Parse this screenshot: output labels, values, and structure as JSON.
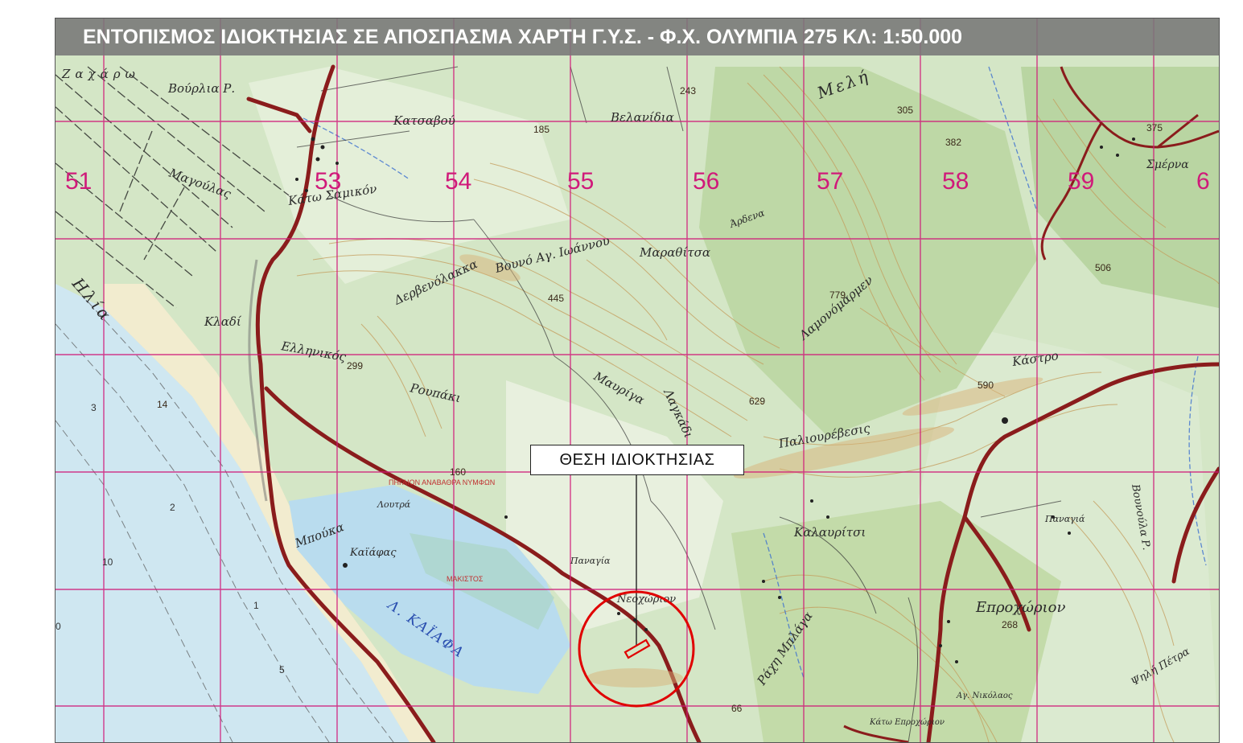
{
  "title": "ΕΝΤΟΠΙΣΜΟΣ ΙΔΙΟΚΤΗΣΙΑΣ ΣΕ ΑΠΟΣΠΑΣΜΑ ΧΑΡΤΗ Γ.Υ.Σ. - Φ.Χ. ΟΛΥΜΠΙΑ 275  ΚΛ: 1:50.000",
  "callout_label": "ΘΕΣΗ ΙΔΙΟΚΤΗΣΙΑΣ",
  "grid_labels": [
    "51",
    "53",
    "54",
    "55",
    "56",
    "57",
    "58",
    "59",
    "6"
  ],
  "places": {
    "zacharo": "Ζαχάρω",
    "vourlia": "Βούρλια Ρ.",
    "katsavou": "Κατσαβού",
    "velanidia": "Βελανίδια",
    "meli": "Μελή",
    "magoulas": "Μαγούλας",
    "kato_samikon": "Κάτω Σαμικόν",
    "marathitsa": "Μαραθίτσα",
    "vounas": "Βουνό Αγ. Ιωάννου",
    "kladi": "Κλαδί",
    "ellinikos": "Ελληνικός",
    "derveni": "Δερβενόλακκα",
    "rouponi": "Ρουπάκι",
    "mavriga": "Μαυρίγα",
    "lagkadi": "Λαγκάδι",
    "loutra": "Λουτρά",
    "kaiafas": "Καϊάφας",
    "mpouka": "Μπούκα",
    "lake": "Λ. ΚΑΪΑΦΑ",
    "makistos": "ΜΑΚΙΣΤΟΣ",
    "neochori": "Νεοχώριον",
    "panagia_l": "Παναγία",
    "kalavrici": "Καλαυρίτσι",
    "palioureveis": "Παλιουρέβεσις",
    "kastro": "Κάστρο",
    "lapa": "Λαμονόμαρμεν",
    "ardena": "Άρδενα",
    "smerna": "Σμέρνα",
    "panagia_r": "Παναγιά",
    "vounoula": "Βουνούλα Ρ.",
    "eprochori": "Επροχώριον",
    "rachi": "Ράχη Μπλάγα",
    "kato_epro": "Κάτω Επροχώριον",
    "ag_nikolaos": "Αγ. Νικόλαος",
    "petra": "Ψηλή Πέτρα",
    "spring_road": "ΠΗΓΑΙΟΝ ΑΝΑΒΑΘΡΑ ΝΥΜΦΩΝ",
    "ilia": "Ηλία"
  },
  "spot_heights": [
    "243",
    "305",
    "382",
    "185",
    "445",
    "779",
    "299",
    "629",
    "590",
    "160",
    "506",
    "268",
    "66",
    "14",
    "375"
  ],
  "depths": [
    "3",
    "2",
    "10",
    "1",
    "5",
    "0"
  ],
  "colors": {
    "title_bg": "#787878",
    "grid": "#d01a7a",
    "sea": "#cde6f0",
    "terrain": "#cfe3c4",
    "highlight": "#e00000",
    "road": "#8a1c1c"
  }
}
